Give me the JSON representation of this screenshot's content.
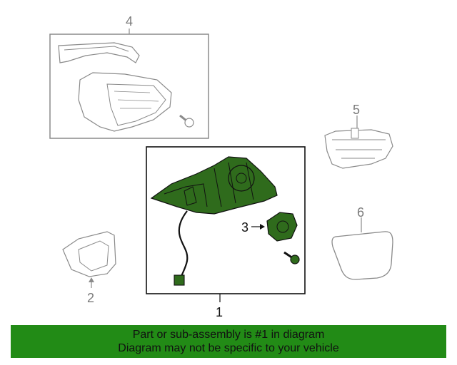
{
  "callouts": {
    "part_1": "1",
    "part_2": "2",
    "part_3": "3",
    "part_4": "4",
    "part_5": "5",
    "part_6": "6"
  },
  "banner": {
    "line1": "Part or sub-assembly is #1 in diagram",
    "line2": "Diagram may not be specific to your vehicle"
  },
  "colors": {
    "highlight_fill": "#2f6b1c",
    "banner_bg": "#228b16",
    "outline_gray": "#8a8a8a",
    "box_black": "#111111"
  }
}
